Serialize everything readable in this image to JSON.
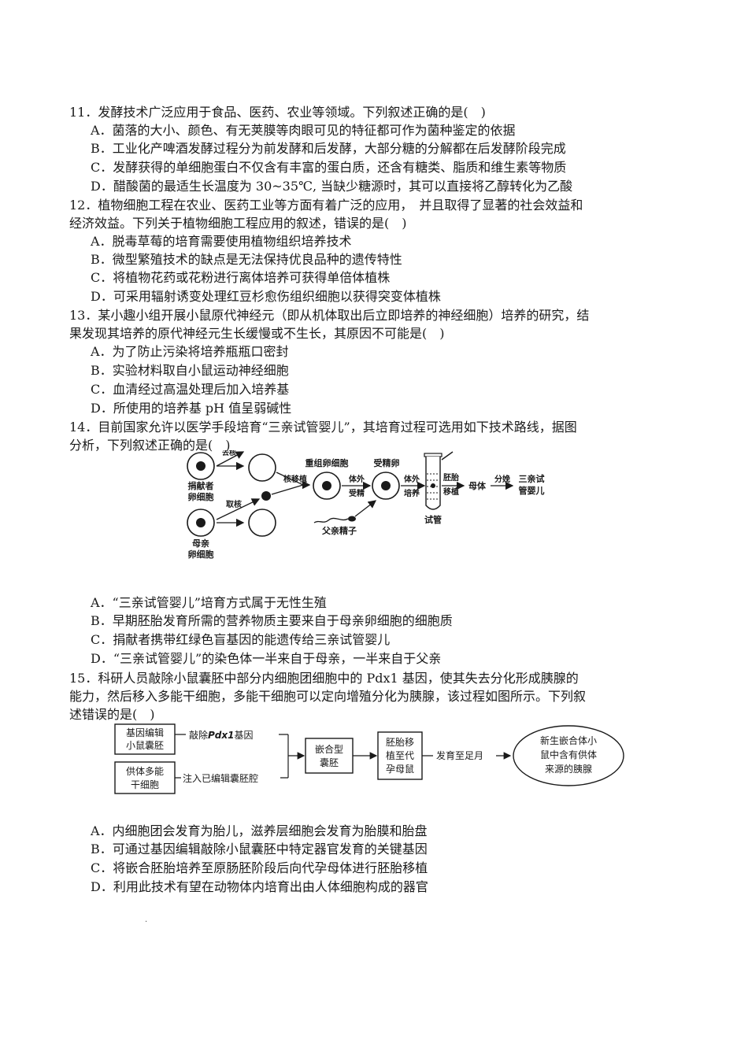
{
  "q11": {
    "stem": "11．发酵技术广泛应用于食品、医药、农业等领域。下列叙述正确的是(　)",
    "options": [
      "A．菌落的大小、颜色、有无荚膜等肉眼可见的特征都可作为菌种鉴定的依据",
      "B．工业化产啤酒发酵过程分为前发酵和后发酵，大部分糖的分解都在后发酵阶段完成",
      "C．发酵获得的单细胞蛋白不仅含有丰富的蛋白质，还含有糖类、脂质和维生素等物质",
      "D．醋酸菌的最适生长温度为 30~35℃, 当缺少糖源时，其可以直接将乙醇转化为乙酸"
    ]
  },
  "q12": {
    "stem_lines": [
      "12．植物细胞工程在农业、医药工业等方面有着广泛的应用，　并且取得了显著的社会效益和",
      "经济效益。下列关于植物细胞工程应用的叙述，错误的是(　)"
    ],
    "options": [
      "A．脱毒草莓的培育需要使用植物组织培养技术",
      "B．微型繁殖技术的缺点是无法保持优良品种的遗传特性",
      "C．将植物花药或花粉进行离体培养可获得单倍体植株",
      "D．可采用辐射诱变处理红豆杉愈伤组织细胞以获得突变体植株"
    ]
  },
  "q13": {
    "stem_lines": [
      "13．某小趣小组开展小鼠原代神经元（即从机体取出后立即培养的神经细胞）培养的研究，结",
      "果发现其培养的原代神经元生长缓慢或不生长，其原因不可能是(　)"
    ],
    "options": [
      "A．为了防止污染将培养瓶瓶口密封",
      "B．实验材料取自小鼠运动神经细胞",
      "C．血清经过高温处理后加入培养基",
      "D．所使用的培养基 pH 值呈弱碱性"
    ]
  },
  "q14": {
    "stem_lines": [
      "14．目前国家允许以医学手段培育“三亲试管婴儿”，其培育过程可选用如下技术路线，据图",
      "分析，下列叙述正确的是(　)"
    ],
    "diagram": {
      "donor_label": [
        "捐献者",
        "卵细胞"
      ],
      "mother_label": [
        "母亲",
        "卵细胞"
      ],
      "nucleus_top_label": "去核",
      "take_nucleus": "取核",
      "nuclear_transfer": "核移植",
      "recon_egg": "重组卵细胞",
      "in_vitro_fert": [
        "体外",
        "受精"
      ],
      "fert_egg": "受精卵",
      "in_vitro_culture": [
        "体外",
        "培养"
      ],
      "test_tube": "试管",
      "embryo_transfer": [
        "胚胎",
        "移植"
      ],
      "mother_body": "母体",
      "delivery": "分娩",
      "baby": [
        "三亲试",
        "管婴儿"
      ],
      "father_sperm": "父亲精子"
    },
    "options": [
      "A．“三亲试管婴儿”培育方式属于无性生殖",
      "B．早期胚胎发育所需的营养物质主要来自于母亲卵细胞的细胞质",
      "C．捐献者携带红绿色盲基因的能遗传给三亲试管婴儿",
      "D．“三亲试管婴儿”的染色体一半来自于母亲，一半来自于父亲"
    ]
  },
  "q15": {
    "stem_lines": [
      "15．科研人员敲除小鼠囊胚中部分内细胞团细胞中的 Pdx1 基因，使其失去分化形成胰腺的",
      "能力，然后移入多能干细胞，多能干细胞可以定向增殖分化为胰腺，该过程如图所示。下列叙",
      "述错误的是(　)"
    ],
    "diagram": {
      "box1": [
        "基因编辑",
        "小鼠囊胚"
      ],
      "arrow1_pre": "敲除",
      "arrow1_gene": "Pdx1",
      "arrow1_post": "基因",
      "box2": [
        "供体多能",
        "干细胞"
      ],
      "arrow2": "注入已编辑囊胚腔",
      "box3": [
        "嵌合型",
        "囊胚"
      ],
      "box4": [
        "胚胎移",
        "植至代",
        "孕母鼠"
      ],
      "arrow3": "发育至足月",
      "ellipse": [
        "新生嵌合体小",
        "鼠中含有供体",
        "来源的胰腺"
      ]
    },
    "options": [
      "A．内细胞团会发育为胎儿，滋养层细胞会发育为胎膜和胎盘",
      "B．可通过基因编辑敲除小鼠囊胚中特定器官发育的关键基因",
      "C．将嵌合胚胎培养至原肠胚阶段后向代孕母体进行胚胎移植",
      "D．利用此技术有望在动物体内培育出由人体细胞构成的器官"
    ]
  }
}
